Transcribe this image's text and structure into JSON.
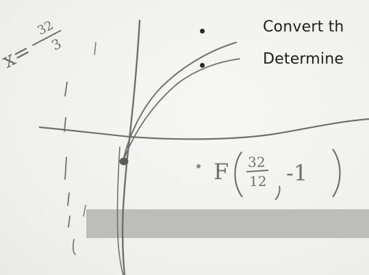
{
  "printed": {
    "bullet_1": "Convert th",
    "bullet_2": "Determine"
  },
  "handwritten": {
    "asymptote_label": "x=-32/3",
    "asymptote_prefix": "x=",
    "asymptote_sign": "−",
    "asymptote_numerator": "32",
    "asymptote_denominator": "3",
    "focus_label": "F(32/12, -1)",
    "focus_letter": "F",
    "focus_numerator": "32",
    "focus_denominator": "12",
    "focus_y": "-1"
  },
  "colors": {
    "ink_print": "#1d1d1d",
    "pencil": "#6f6f6f",
    "band": "#b9b9b7"
  }
}
